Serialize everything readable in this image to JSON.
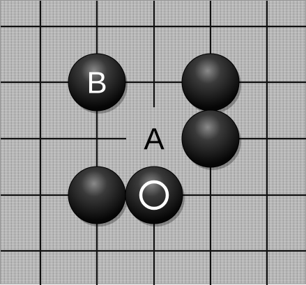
{
  "board": {
    "colors": {
      "surface": "#b4b4b4",
      "line": "#111111",
      "black_stone": "#111111",
      "stone_mark": "#ffffff",
      "point_label": "#000000"
    },
    "stones": [
      {
        "id": "b1",
        "color": "black",
        "col": 2,
        "row": 1,
        "label": "B"
      },
      {
        "id": "b2",
        "color": "black",
        "col": 4,
        "row": 1,
        "label": ""
      },
      {
        "id": "b3",
        "color": "black",
        "col": 4,
        "row": 2,
        "label": ""
      },
      {
        "id": "b4",
        "color": "black",
        "col": 2,
        "row": 3,
        "label": ""
      },
      {
        "id": "b5",
        "color": "black",
        "col": 3,
        "row": 3,
        "label": "",
        "mark": "circle"
      }
    ],
    "point_labels": [
      {
        "id": "A",
        "col": 3,
        "row": 2,
        "text": "A"
      }
    ]
  }
}
